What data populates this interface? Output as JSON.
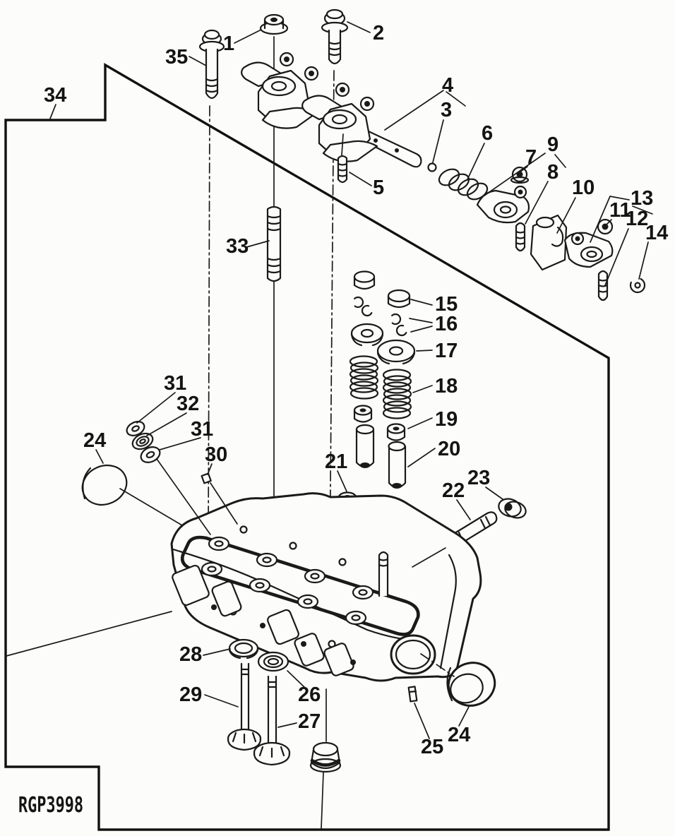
{
  "image_code": "RGP3998",
  "diagram": {
    "type": "exploded-parts-diagram",
    "border_callout": "34",
    "line_color": "#1a1a1a",
    "background_color": "#fcfcfa"
  },
  "callouts": {
    "n1": "1",
    "n2": "2",
    "n3": "3",
    "n4": "4",
    "n5": "5",
    "n6": "6",
    "n7": "7",
    "n8": "8",
    "n9": "9",
    "n10": "10",
    "n11": "11",
    "n12": "12",
    "n13": "13",
    "n14": "14",
    "n15": "15",
    "n16": "16",
    "n17": "17",
    "n18": "18",
    "n19": "19",
    "n20": "20",
    "n21": "21",
    "n22": "22",
    "n23": "23",
    "n24a": "24",
    "n24b": "24",
    "n25": "25",
    "n26": "26",
    "n27": "27",
    "n28": "28",
    "n29": "29",
    "n30": "30",
    "n31a": "31",
    "n31b": "31",
    "n32": "32",
    "n33": "33",
    "n34": "34",
    "n35": "35"
  }
}
